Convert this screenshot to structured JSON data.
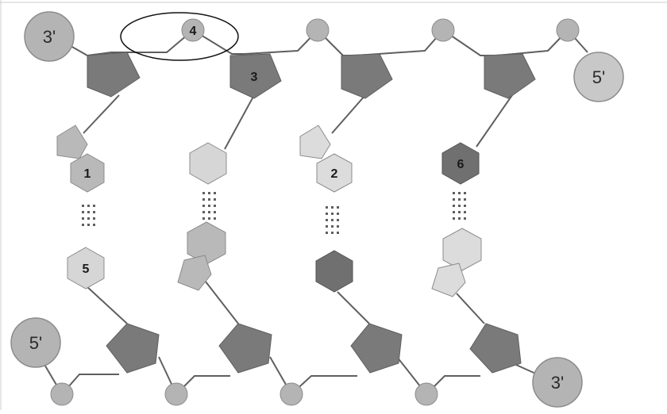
{
  "ends": {
    "top_left": "3'",
    "top_right": "5'",
    "bottom_left": "5'",
    "bottom_right": "3'"
  },
  "labels": {
    "phosphate_top_circled": "4",
    "sugar_top_2": "3",
    "base_top_1": "1",
    "base_top_3": "2",
    "base_top_4": "6",
    "base_bottom_1": "5"
  },
  "colors": {
    "background": "#ffffff",
    "line": "#5f5f5f",
    "sugar": "#7a7a7a",
    "phosphate": "#b4b4b4",
    "base_medium": "#b9b9b9",
    "base_light": "#d8d8d8",
    "base_dark": "#707070",
    "highlight_ellipse": "#111111"
  }
}
